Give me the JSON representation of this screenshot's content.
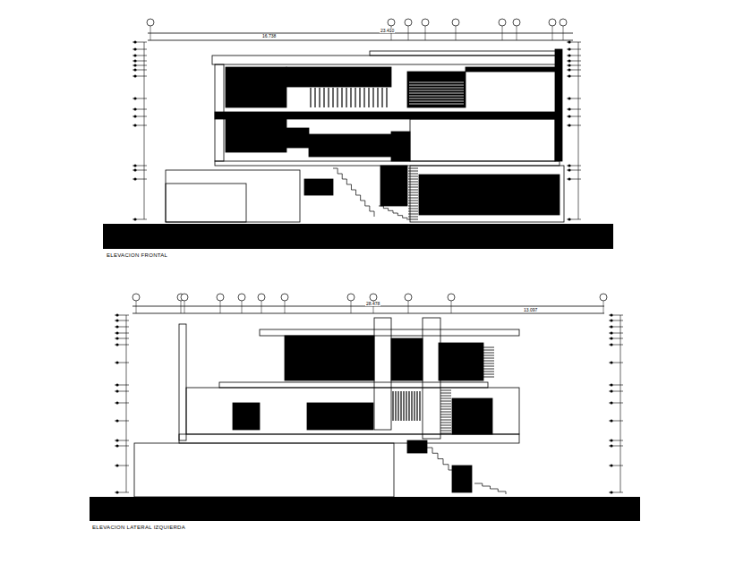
{
  "diagram": {
    "labels": [
      "ELEVACION FRONTAL",
      "ELEVACION LATERAL IZQUIERDA",
      "16.738",
      "23.410",
      "13.097",
      "28.478"
    ]
  }
}
